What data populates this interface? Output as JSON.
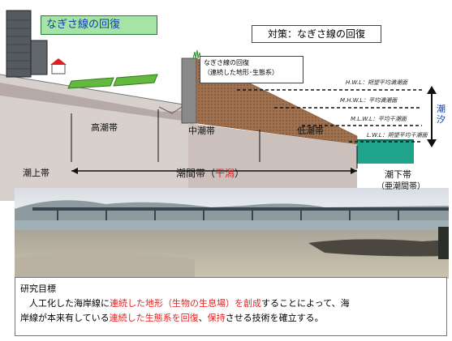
{
  "title_box": "なぎさ線の回復",
  "measure_box": "対策：なぎさ線の回復",
  "callout": {
    "line1": "なぎさ線の回復",
    "line2": "（連続した地形･生態系）"
  },
  "tide_levels": [
    {
      "abbr": "H.W.L",
      "desc": "：朔望平均満潮面"
    },
    {
      "abbr": "M.H.W.L",
      "desc": "：平均満潮面"
    },
    {
      "abbr": "M.L.W.L",
      "desc": "：平均干潮面"
    },
    {
      "abbr": "L.W.L",
      "desc": "：朔望平均干潮面"
    }
  ],
  "tide_label": "潮汐",
  "zones": {
    "supratidal": "潮上帯",
    "upper": "高潮帯",
    "middle": "中潮帯",
    "lower": "低潮帯",
    "subtidal": "潮下帯",
    "subtidal_sub": "（亜潮間帯）"
  },
  "intertidal": {
    "prefix": "潮間帯（",
    "highlight": "干潟",
    "suffix": "）"
  },
  "objective": {
    "heading": "研究目標",
    "line1_a": "　人工化した海岸線に",
    "line1_red": "連続した地形（生物の生息場）を創成",
    "line1_b": "することによって、海",
    "line2_a": "岸線が本来有している",
    "line2_red1": "連続した生態系を回復",
    "line2_b": "、",
    "line2_red2": "保持",
    "line2_c": "させる技術を確立する。"
  },
  "colors": {
    "title_fill": "#a6e3a6",
    "seawall": "#8a8a8a",
    "fill_slope": "#9b6b4a",
    "water": "#1fa38a",
    "emphasis": "#e81e1e"
  }
}
